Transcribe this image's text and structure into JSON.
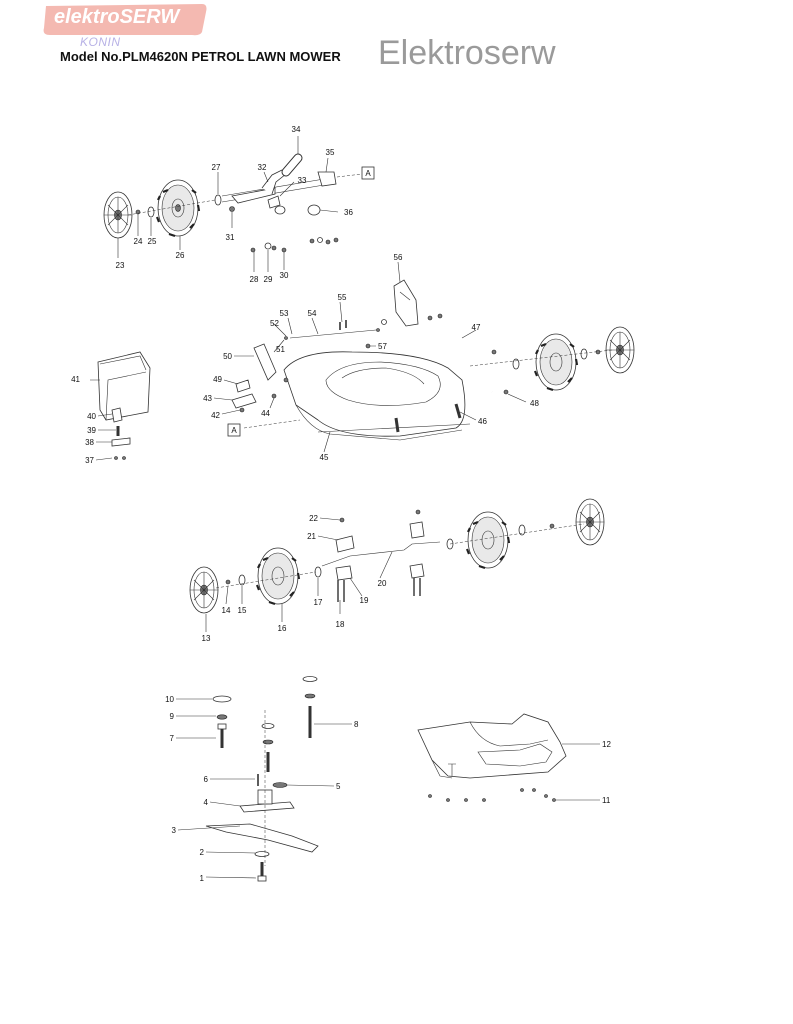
{
  "header": {
    "logo_text": "elektroSERW",
    "logo_sub": "KONIN",
    "model_title": "Model No.PLM4620N PETROL LAWN MOWER",
    "watermark": "Elektroserw"
  },
  "colors": {
    "logo_background": "#f4b9b1",
    "logo_sub": "#b8b2e6",
    "watermark": "#9a9a9a"
  },
  "reference_markers": [
    "A",
    "A"
  ],
  "part_numbers": [
    "1",
    "2",
    "3",
    "4",
    "5",
    "6",
    "7",
    "8",
    "9",
    "10",
    "11",
    "12",
    "13",
    "14",
    "15",
    "16",
    "17",
    "18",
    "19",
    "20",
    "21",
    "22",
    "23",
    "24",
    "25",
    "26",
    "27",
    "28",
    "29",
    "30",
    "31",
    "32",
    "33",
    "34",
    "35",
    "36",
    "37",
    "38",
    "39",
    "40",
    "41",
    "42",
    "43",
    "44",
    "45",
    "46",
    "47",
    "48",
    "49",
    "50",
    "51",
    "52",
    "53",
    "54",
    "55",
    "56",
    "57"
  ]
}
